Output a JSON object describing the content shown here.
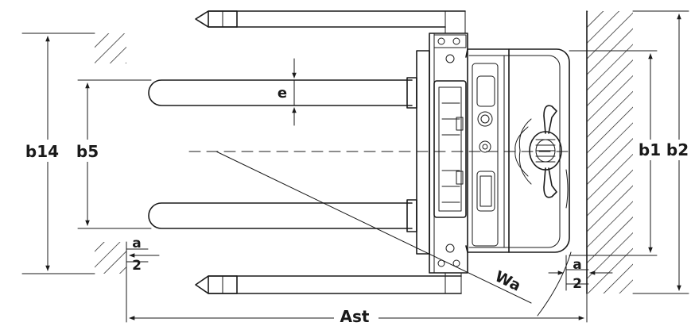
{
  "labels": {
    "b14": "b14",
    "b5": "b5",
    "e": "e",
    "b1": "b1",
    "b2": "b2",
    "a_left": "a",
    "two_left": "2",
    "a_right": "a",
    "two_right": "2",
    "wa": "Wa",
    "ast": "Ast"
  },
  "colors": {
    "ink": "#1a1a1a",
    "hatch": "#1a1a1a",
    "background": "#ffffff"
  }
}
